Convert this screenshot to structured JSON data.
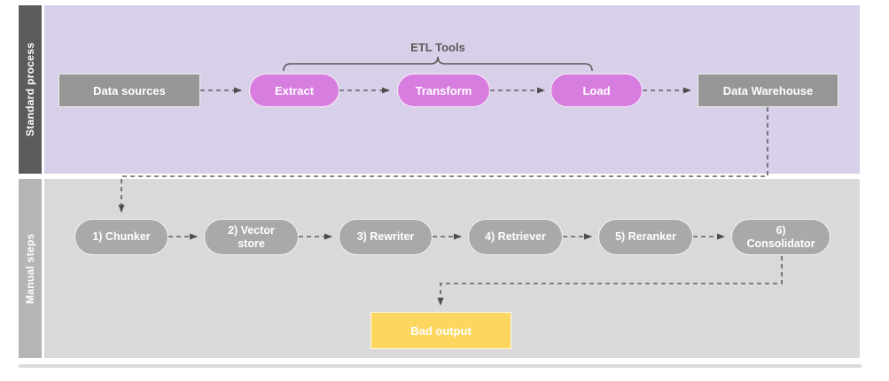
{
  "lanes": [
    {
      "label": "Standard process"
    },
    {
      "label": "Manual steps"
    }
  ],
  "standard_process": {
    "group_label": "ETL Tools",
    "nodes": {
      "data_sources": "Data sources",
      "extract": "Extract",
      "transform": "Transform",
      "load": "Load",
      "data_warehouse": "Data Warehouse"
    }
  },
  "manual_steps": {
    "nodes": {
      "chunker": "1) Chunker",
      "vector_store": "2) Vector store",
      "rewriter": "3) Rewriter",
      "retriever": "4) Retriever",
      "reranker": "5) Reranker",
      "consolidator": "6) Consolidator",
      "bad_output": "Bad output"
    }
  },
  "colors": {
    "lane1_background": "#d8d0e8",
    "lane1_label_background": "#5b5b5b",
    "lane2_background": "#d9d9d9",
    "lane2_label_background": "#b5b5b5",
    "etl_pill": "#d87de0",
    "gray_box": "#969696",
    "gray_pill": "#a9a9a9",
    "bad_output": "#fdd65f",
    "connector": "#616161",
    "label_text": "#595959",
    "node_text": "#ffffff"
  }
}
